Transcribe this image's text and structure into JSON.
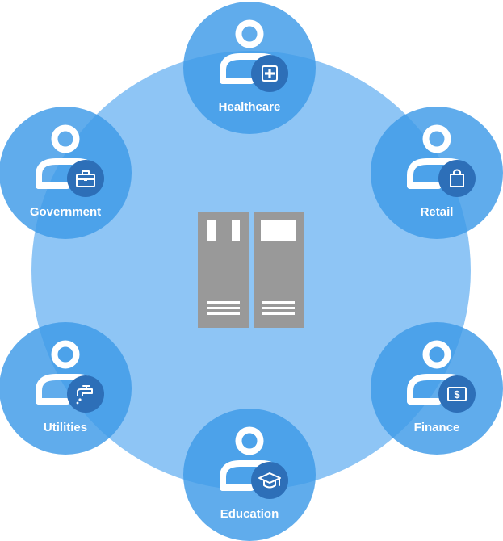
{
  "colors": {
    "hub": "#8ec5f5",
    "node": "#3d9ae8",
    "badge": "#2d6fb8",
    "person": "#ffffff",
    "server": "#999999"
  },
  "hub": {
    "icon": "server-icon"
  },
  "nodes": [
    {
      "id": "healthcare",
      "label": "Healthcare",
      "icon": "medical-cross-icon"
    },
    {
      "id": "retail",
      "label": "Retail",
      "icon": "shopping-bag-icon"
    },
    {
      "id": "finance",
      "label": "Finance",
      "icon": "dollar-bill-icon"
    },
    {
      "id": "education",
      "label": "Education",
      "icon": "graduation-cap-icon"
    },
    {
      "id": "utilities",
      "label": "Utilities",
      "icon": "water-tap-icon"
    },
    {
      "id": "government",
      "label": "Government",
      "icon": "briefcase-icon"
    }
  ]
}
